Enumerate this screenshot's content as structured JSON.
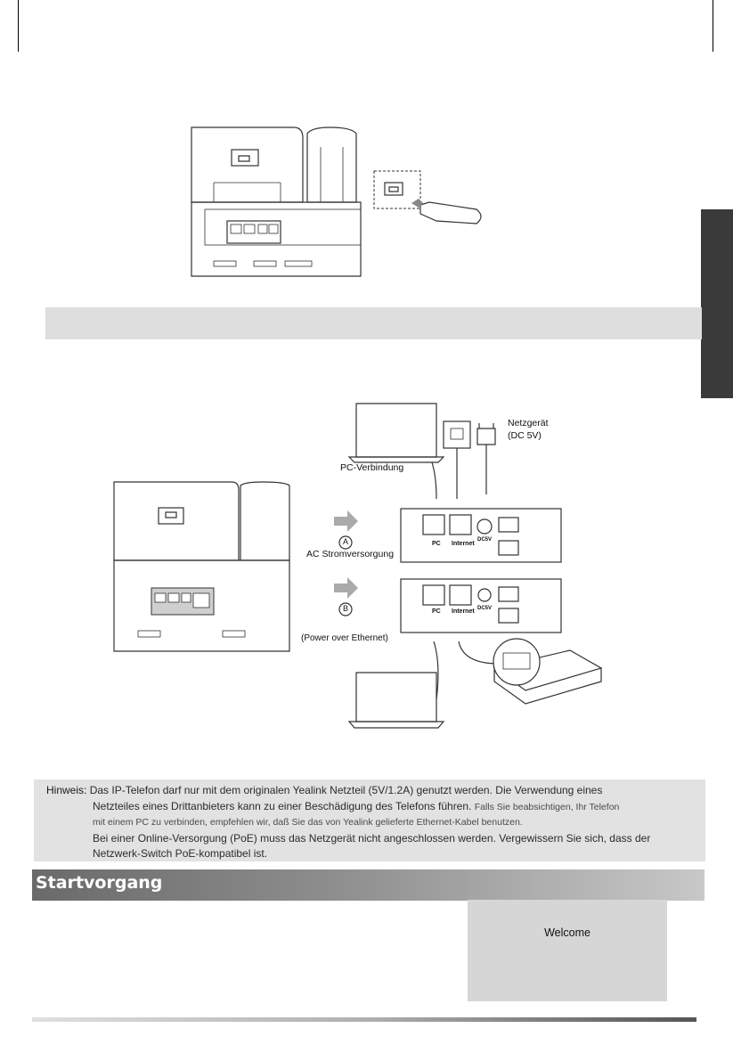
{
  "illustration_1": {
    "name": "phone-rear-usb"
  },
  "connection_diagram": {
    "pc_label": "PC-Verbindung",
    "power_adapter_label_line1": "Netzgerät",
    "power_adapter_label_line2": "(DC 5V)",
    "option_a_marker": "A",
    "option_a_label": "AC Stromversorgung",
    "option_b_marker": "B",
    "option_b_label": "(Power over Ethernet)",
    "port_pc": "PC",
    "port_internet": "Internet",
    "port_dc": "DC5V"
  },
  "note": {
    "prefix": "Hinweis:",
    "line1": "Das IP-Telefon darf nur mit dem originalen Yealink Netzteil (5V/1.2A) genutzt werden. Die Verwendung eines",
    "line2a": "Netzteiles eines Drittanbieters kann zu einer Beschädigung des Telefons führen.",
    "line2b": "Falls Sie beabsichtigen, Ihr Telefon",
    "line3": "mit einem PC zu verbinden, empfehlen wir, daß Sie das von Yealink gelieferte Ethernet-Kabel benutzen.",
    "line4": "Bei einer Online-Versorgung (PoE) muss das Netzgerät nicht angeschlossen werden. Vergewissern Sie sich, dass der",
    "line5": "Netzwerk-Switch PoE-kompatibel ist."
  },
  "section": {
    "title": "Startvorgang"
  },
  "phone_screen": {
    "text": "Welcome"
  }
}
